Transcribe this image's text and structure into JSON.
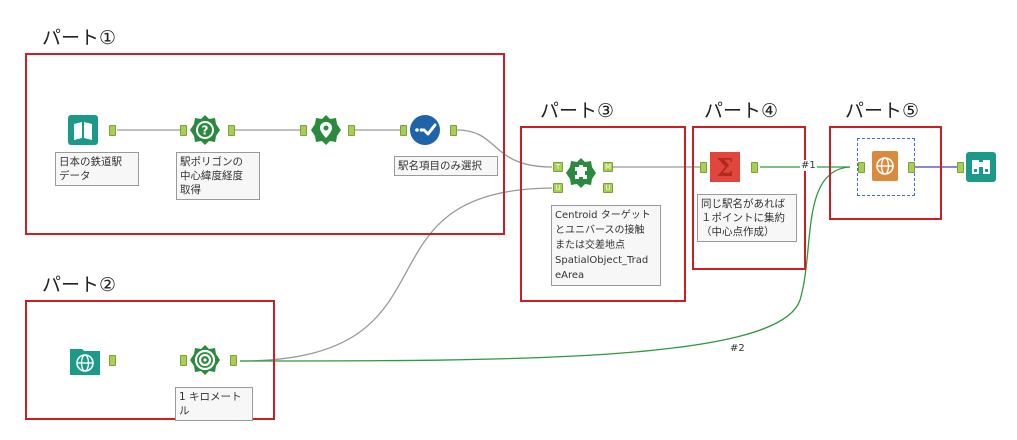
{
  "parts": [
    {
      "title": "パート①"
    },
    {
      "title": "パート②"
    },
    {
      "title": "パート③"
    },
    {
      "title": "パート④"
    },
    {
      "title": "パート⑤"
    }
  ],
  "tools": {
    "input_stations": {
      "icon": "book-icon",
      "annotation": "日本の鉄道駅\nデータ"
    },
    "formula_centroid": {
      "icon": "question-gear-icon",
      "annotation": "駅ポリゴンの\n中心緯度経度\n取得"
    },
    "create_points": {
      "icon": "map-pin-icon",
      "annotation": ""
    },
    "select": {
      "icon": "checkmark-icon",
      "annotation": "駅名項目のみ選択"
    },
    "spatial_match": {
      "icon": "puzzle-icon",
      "annotation": "Centroid ターゲット\nとユニバースの接触\nまたは交差地点\nSpatialObject_Trad\neArea"
    },
    "summarize": {
      "icon": "sigma-icon",
      "annotation": "同じ駅名があれば\n１ポイントに集約\n（中心点作成）"
    },
    "report_map": {
      "icon": "globe-map-icon",
      "annotation": ""
    },
    "browse": {
      "icon": "binoculars-icon",
      "annotation": ""
    },
    "input_geo": {
      "icon": "globe-folder-icon",
      "annotation": ""
    },
    "trade_area": {
      "icon": "target-icon",
      "annotation": "1 キロメートル"
    }
  },
  "anchors": {
    "target": "T",
    "universe": "U",
    "match": "M",
    "unmatched": "U"
  },
  "connection_labels": {
    "conn1": "#1",
    "conn2": "#2"
  },
  "colors": {
    "box": "#cc1f25",
    "input": "#1b9a8a",
    "prep": "#2c8a3f",
    "select": "#1f63a8",
    "sigma": "#e0463c",
    "report": "#d98a3c",
    "browse": "#1b9a8a",
    "anchor": "#a6cf54"
  }
}
